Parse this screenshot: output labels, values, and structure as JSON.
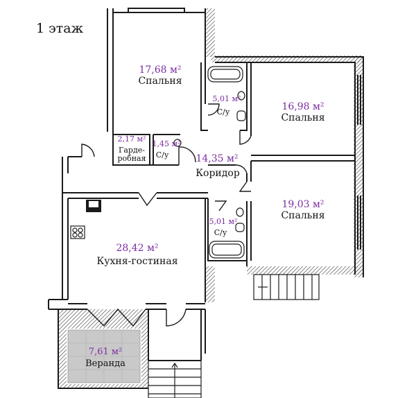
{
  "floor_label": "1 этаж",
  "colors": {
    "wall": "#1a1a1a",
    "area_text": "#7b2ca0",
    "label_text": "#111111",
    "veranda_fill": "#c9c9c9",
    "hatch": "#444444"
  },
  "rooms": [
    {
      "id": "bedroom-1",
      "area": "17,68 м²",
      "name": "Спальня"
    },
    {
      "id": "bathroom-1",
      "area": "5,01 м²",
      "name": "С/у"
    },
    {
      "id": "bedroom-2",
      "area": "16,98 м²",
      "name": "Спальня"
    },
    {
      "id": "wardrobe",
      "area": "2,17 м²",
      "name_line1": "Гарде-",
      "name_line2": "робная"
    },
    {
      "id": "wc",
      "area": "1,45 м²",
      "name": "С/у"
    },
    {
      "id": "corridor",
      "area": "14,35 м²",
      "name": "Коридор"
    },
    {
      "id": "bedroom-3",
      "area": "19,03 м²",
      "name": "Спальня"
    },
    {
      "id": "bathroom-2",
      "area": "5,01 м²",
      "name": "С/у"
    },
    {
      "id": "kitchen-living",
      "area": "28,42 м²",
      "name": "Кухня-гостиная"
    },
    {
      "id": "veranda",
      "area": "7,61 м²",
      "name": "Веранда"
    }
  ]
}
